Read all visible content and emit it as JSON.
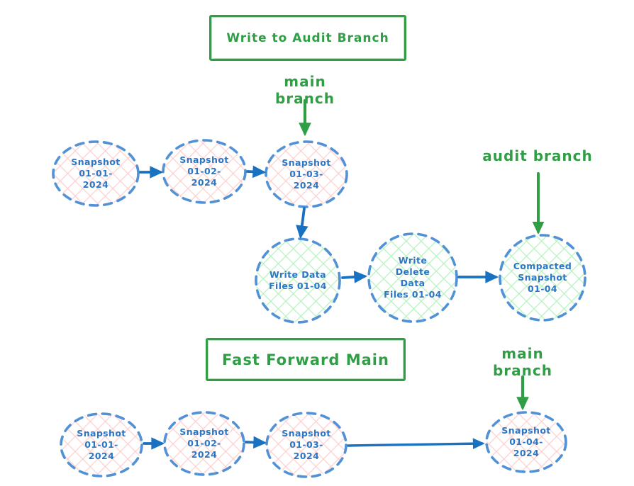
{
  "titles": {
    "write_to_audit_branch": "Write to Audit Branch",
    "fast_forward_main": "Fast Forward Main"
  },
  "branch_labels": {
    "main_branch_top": "main branch",
    "audit_branch": "audit branch",
    "main_branch_bottom": "main branch"
  },
  "audit_flow": {
    "main_snapshots": [
      "Snapshot\n01-01-\n2024",
      "Snapshot\n01-02-\n2024",
      "Snapshot\n01-03-\n2024"
    ],
    "audit_steps": [
      "Write Data\nFiles 01-04",
      "Write\nDelete\nData\nFiles 01-04",
      "Compacted\nSnapshot\n01-04"
    ]
  },
  "fast_forward_flow": {
    "snapshots": [
      "Snapshot\n01-01-\n2024",
      "Snapshot\n01-02-\n2024",
      "Snapshot\n01-03-\n2024",
      "Snapshot\n01-04-\n2024"
    ]
  },
  "colors": {
    "green_accent": "#2f9e44",
    "blue_arrow": "#1971c2",
    "node_border_blue": "#5191d6",
    "node_text_blue": "#2b77c5",
    "pink_hatch_fill": "#ffc9c9",
    "green_hatch_fill": "#b2f2bb",
    "background": "#ffffff"
  }
}
